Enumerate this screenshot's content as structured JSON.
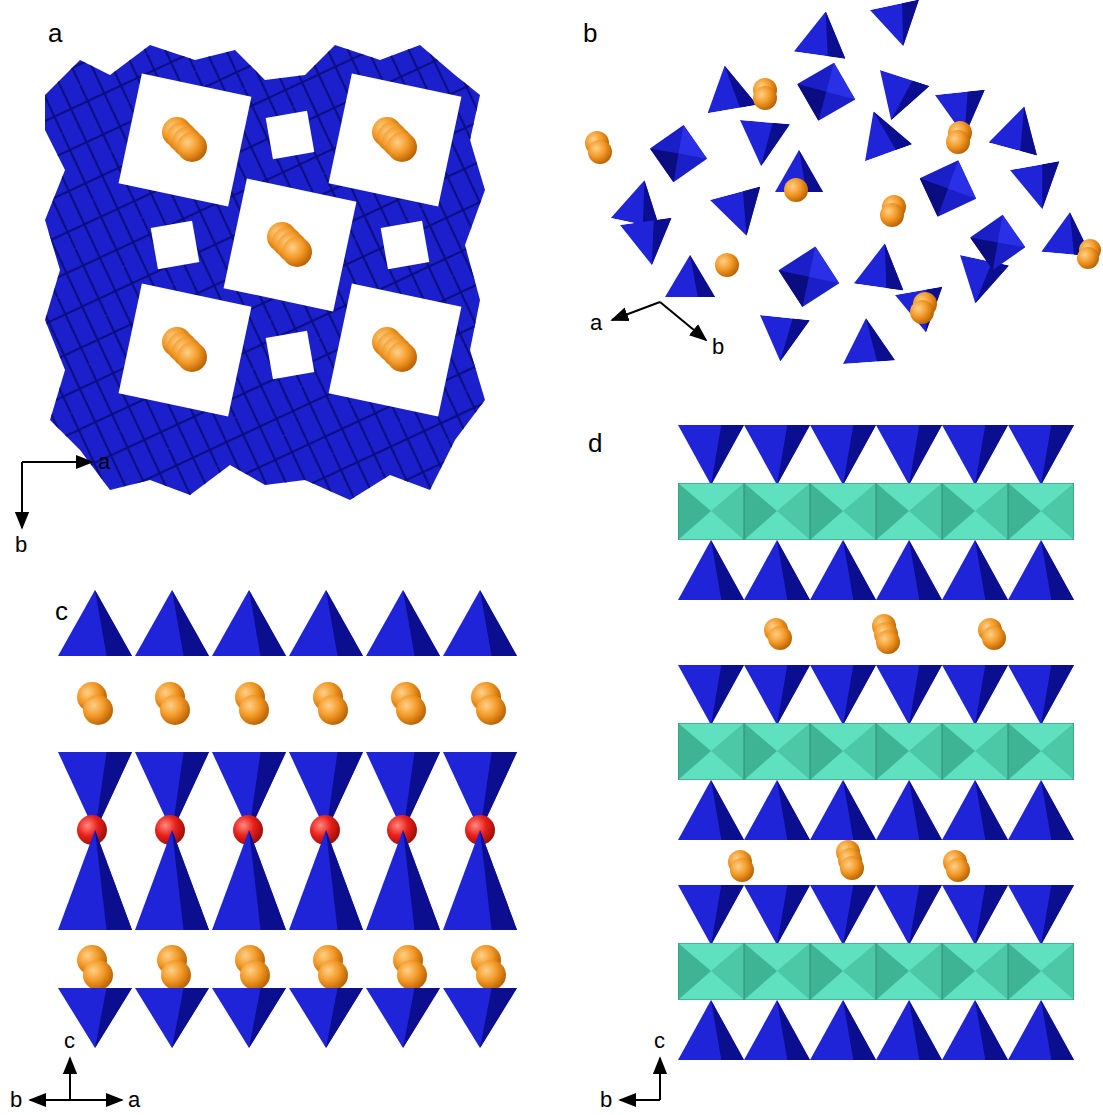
{
  "diagram": {
    "labels": [
      "a",
      "b",
      "a",
      "b",
      "d",
      "a",
      "b",
      "c",
      "c",
      "b",
      "a",
      "c",
      "b"
    ]
  }
}
